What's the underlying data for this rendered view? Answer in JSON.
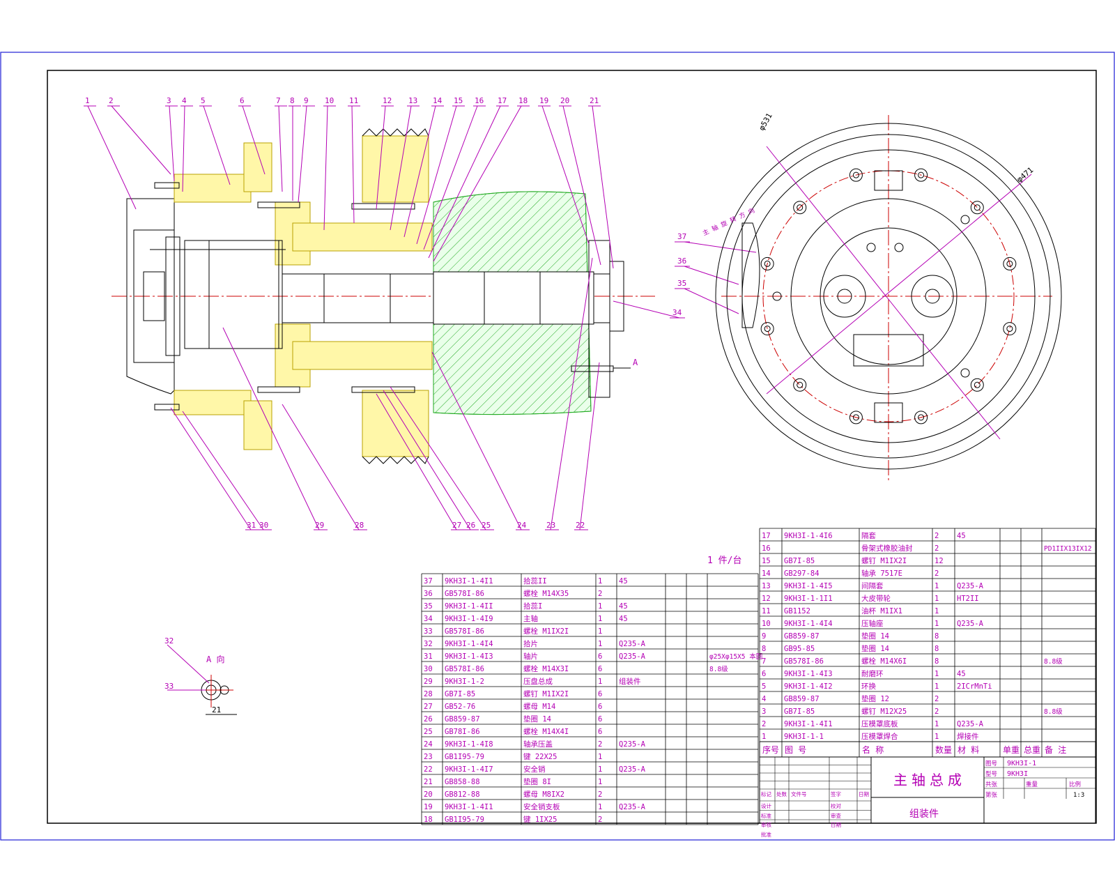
{
  "drawing": {
    "title": "主轴总成",
    "subtitle": "组装件",
    "drawing_no": "9KH3I-1",
    "model_no": "9KH3I",
    "scale": "1:3",
    "qty_note": "1 件/台",
    "view_label": "A 向",
    "arrow_label": "A",
    "rotation_note": "主 轴 旋 转 方 向",
    "dia_outer": "φ531",
    "dia_pcd": "φ471",
    "dim_21": "21"
  },
  "callouts_top": [
    "1",
    "2",
    "3",
    "4",
    "5",
    "6",
    "7",
    "8",
    "9",
    "10",
    "11",
    "12",
    "13",
    "14",
    "15",
    "16",
    "17",
    "18",
    "19",
    "20",
    "21"
  ],
  "callouts_bottom": [
    "31",
    "30",
    "29",
    "28",
    "27",
    "26",
    "25",
    "24",
    "23",
    "22"
  ],
  "callouts_side": [
    "37",
    "36",
    "35",
    "34",
    "32",
    "33"
  ],
  "bom_headers": [
    "序号",
    "图 号",
    "名 称",
    "数量",
    "材 料",
    "单重",
    "总重",
    "备 注"
  ],
  "bom_left": [
    [
      "37",
      "9KH3I-1-4I1",
      "拾蕊II",
      "1",
      "45",
      "",
      "",
      ""
    ],
    [
      "36",
      "GB578I-86",
      "螺栓 M14X35",
      "2",
      "",
      "",
      "",
      ""
    ],
    [
      "35",
      "9KH3I-1-4II",
      "拾蕊I",
      "1",
      "45",
      "",
      "",
      ""
    ],
    [
      "34",
      "9KH3I-1-4I9",
      "主轴",
      "1",
      "45",
      "",
      "",
      ""
    ],
    [
      "33",
      "GB578I-86",
      "螺栓 M1IX2I",
      "1",
      "",
      "",
      "",
      ""
    ],
    [
      "32",
      "9KH3I-1-4I4",
      "拾片",
      "1",
      "Q235-A",
      "",
      "",
      ""
    ],
    [
      "31",
      "9KH3I-1-4I3",
      "轴片",
      "6",
      "Q235-A",
      "",
      "",
      "φ25Xφ15X5 本圆"
    ],
    [
      "30",
      "GB578I-86",
      "螺栓 M14X3I",
      "6",
      "",
      "",
      "",
      "8.8级"
    ],
    [
      "29",
      "9KH3I-1-2",
      "压盘总成",
      "1",
      "组装件",
      "",
      "",
      ""
    ],
    [
      "28",
      "GB7I-85",
      "螺钉 M1IX2I",
      "6",
      "",
      "",
      "",
      ""
    ],
    [
      "27",
      "GB52-76",
      "螺母 M14",
      "6",
      "",
      "",
      "",
      ""
    ],
    [
      "26",
      "GB859-87",
      "垫圈 14",
      "6",
      "",
      "",
      "",
      ""
    ],
    [
      "25",
      "GB78I-86",
      "螺栓 M14X4I",
      "6",
      "",
      "",
      "",
      ""
    ],
    [
      "24",
      "9KH3I-1-4I8",
      "轴承压盖",
      "2",
      "Q235-A",
      "",
      "",
      ""
    ],
    [
      "23",
      "GB1I95-79",
      "键 22X25",
      "1",
      "",
      "",
      "",
      ""
    ],
    [
      "22",
      "9KH3I-1-4I7",
      "安全销",
      "1",
      "Q235-A",
      "",
      "",
      ""
    ],
    [
      "21",
      "GB858-88",
      "垫圈 8I",
      "1",
      "",
      "",
      "",
      ""
    ],
    [
      "20",
      "GB812-88",
      "螺母 M8IX2",
      "2",
      "",
      "",
      "",
      ""
    ],
    [
      "19",
      "9KH3I-1-4I1",
      "安全销支板",
      "1",
      "Q235-A",
      "",
      "",
      ""
    ],
    [
      "18",
      "GB1I95-79",
      "键 1IX25",
      "2",
      "",
      "",
      "",
      ""
    ]
  ],
  "bom_right": [
    [
      "17",
      "9KH3I-1-4I6",
      "隔套",
      "2",
      "45",
      "",
      "",
      ""
    ],
    [
      "16",
      "",
      "骨架式橡胶油封",
      "2",
      "",
      "",
      "",
      "PD1IIX13IX12"
    ],
    [
      "15",
      "GB7I-85",
      "螺钉 M1IX2I",
      "12",
      "",
      "",
      "",
      ""
    ],
    [
      "14",
      "GB297-84",
      "轴承 7517E",
      "2",
      "",
      "",
      "",
      ""
    ],
    [
      "13",
      "9KH3I-1-4I5",
      "间隔套",
      "1",
      "Q235-A",
      "",
      "",
      ""
    ],
    [
      "12",
      "9KH3I-1-1I1",
      "大皮带轮",
      "1",
      "HT2II",
      "",
      "",
      ""
    ],
    [
      "11",
      "GB1152",
      "油杯 M1IX1",
      "1",
      "",
      "",
      "",
      ""
    ],
    [
      "10",
      "9KH3I-1-4I4",
      "压轴座",
      "1",
      "Q235-A",
      "",
      "",
      ""
    ],
    [
      "9",
      "GB859-87",
      "垫圈 14",
      "8",
      "",
      "",
      "",
      ""
    ],
    [
      "8",
      "GB95-85",
      "垫圈 14",
      "8",
      "",
      "",
      "",
      ""
    ],
    [
      "7",
      "GB578I-86",
      "螺栓 M14X6I",
      "8",
      "",
      "",
      "",
      "8.8级"
    ],
    [
      "6",
      "9KH3I-1-4I3",
      "耐磨环",
      "1",
      "45",
      "",
      "",
      ""
    ],
    [
      "5",
      "9KH3I-1-4I2",
      "环换",
      "1",
      "2ICrMnTi",
      "",
      "",
      ""
    ],
    [
      "4",
      "GB859-87",
      "垫圈 12",
      "2",
      "",
      "",
      "",
      ""
    ],
    [
      "3",
      "GB7I-85",
      "螺钉 M12X25",
      "2",
      "",
      "",
      "",
      "8.8级"
    ],
    [
      "2",
      "9KH3I-1-4I1",
      "压模罩底板",
      "1",
      "Q235-A",
      "",
      "",
      ""
    ],
    [
      "1",
      "9KH3I-1-1",
      "压模罩焊合",
      "1",
      "焊接件",
      "",
      "",
      ""
    ]
  ],
  "title_block": {
    "labels_left": [
      "标记",
      "处数",
      "文件号",
      "签字",
      "日期",
      "设计",
      "标准",
      "审核",
      "校对",
      "审查",
      "批准",
      "日期"
    ],
    "labels_right": [
      "图号",
      "型号",
      "共张",
      "重量",
      "比例",
      "第张"
    ]
  }
}
